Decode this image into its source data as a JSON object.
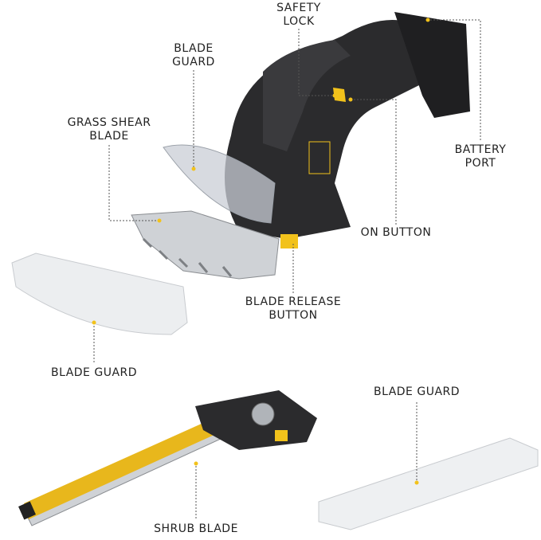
{
  "labels": {
    "safety_lock": [
      "SAFETY",
      "LOCK"
    ],
    "blade_guard_top": [
      "BLADE",
      "GUARD"
    ],
    "grass_shear_blade": [
      "GRASS SHEAR",
      "BLADE"
    ],
    "battery_port": [
      "BATTERY",
      "PORT"
    ],
    "on_button": "ON BUTTON",
    "blade_release_button": [
      "BLADE RELEASE",
      "BUTTON"
    ],
    "blade_guard_left": "BLADE GUARD",
    "blade_guard_right": "BLADE GUARD",
    "shrub_blade": "SHRUB BLADE"
  },
  "colors": {
    "accent": "#f2c21b",
    "body": "#2b2b2d",
    "leader": "#555555"
  }
}
